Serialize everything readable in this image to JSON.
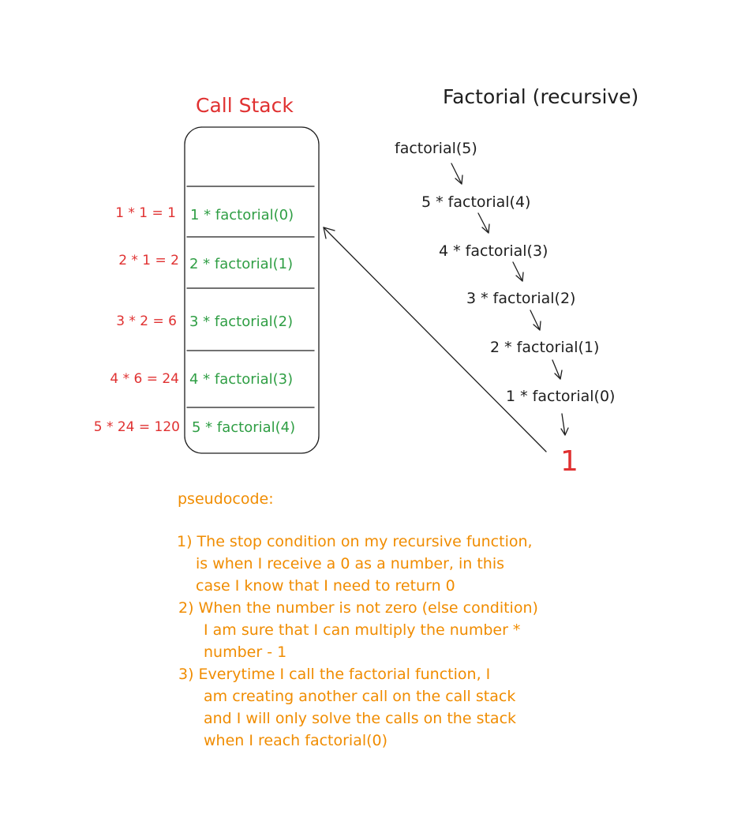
{
  "titles": {
    "call_stack": "Call Stack",
    "factorial": "Factorial (recursive)"
  },
  "chain": [
    "factorial(5)",
    "5 * factorial(4)",
    "4 * factorial(3)",
    "3 * factorial(2)",
    "2 * factorial(1)",
    "1 * factorial(0)"
  ],
  "final_value": "1",
  "stack": [
    {
      "frame": "1 * factorial(0)",
      "result": "1 * 1 = 1"
    },
    {
      "frame": "2 * factorial(1)",
      "result": "2 * 1 = 2"
    },
    {
      "frame": "3 * factorial(2)",
      "result": "3 * 2 = 6"
    },
    {
      "frame": "4 * factorial(3)",
      "result": "4 * 6 = 24"
    },
    {
      "frame": "5 * factorial(4)",
      "result": "5 * 24 = 120"
    }
  ],
  "pseudocode": {
    "heading": "pseudocode:",
    "lines": [
      "1) The stop condition on my recursive function,",
      "is when I receive a 0 as a number, in this",
      "case I know that I need to return 0",
      "2) When the number is not zero (else condition)",
      "I am sure that I can multiply the number *",
      "number - 1",
      "3) Everytime I call the factorial function, I",
      "am creating another call on the call stack",
      "and I will only solve the calls on the stack",
      "when I reach factorial(0)"
    ]
  },
  "colors": {
    "ink": "#1e1e1e",
    "red": "#e03131",
    "green": "#2f9e44",
    "orange": "#f08c00"
  }
}
